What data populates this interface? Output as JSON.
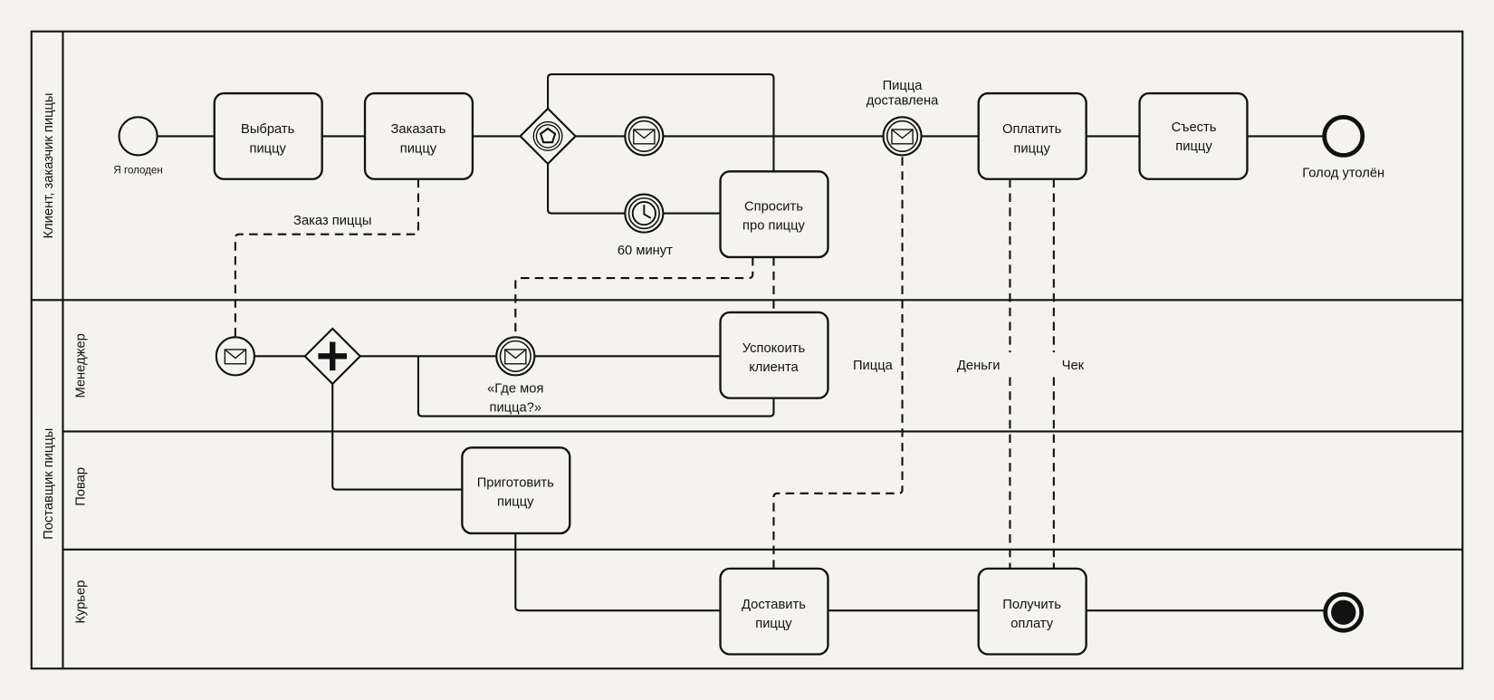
{
  "colors": {
    "background": "#f4f3ef",
    "stroke": "#111111"
  },
  "pools": {
    "client": {
      "label": "Клиент, заказчик пиццы"
    },
    "supplier": {
      "label": "Поставщик пиццы",
      "lanes": {
        "manager": "Менеджер",
        "cook": "Повар",
        "courier": "Курьер"
      }
    }
  },
  "events": {
    "start": "Я голоден",
    "end_client": "Голод утолён",
    "timer": "60 минут",
    "delivered": [
      "Пицца",
      "доставлена"
    ],
    "where_pizza": [
      "«Где моя",
      "пицца?»"
    ]
  },
  "tasks": {
    "choose": [
      "Выбрать",
      "пиццу"
    ],
    "order": [
      "Заказать",
      "пиццу"
    ],
    "ask": [
      "Спросить",
      "про пиццу"
    ],
    "pay": [
      "Оплатить",
      "пиццу"
    ],
    "eat": [
      "Съесть",
      "пиццу"
    ],
    "calm": [
      "Успокоить",
      "клиента"
    ],
    "cook": [
      "Приготовить",
      "пиццу"
    ],
    "deliver": [
      "Доставить",
      "пиццу"
    ],
    "receive": [
      "Получить",
      "оплату"
    ]
  },
  "message_flows": {
    "order": "Заказ пиццы",
    "pizza": "Пицца",
    "money": "Деньги",
    "receipt": "Чек"
  },
  "icons": {
    "message": "envelope-icon",
    "timer": "clock-icon",
    "event_gateway": "pentagon-icon",
    "parallel_gateway": "plus-icon"
  }
}
